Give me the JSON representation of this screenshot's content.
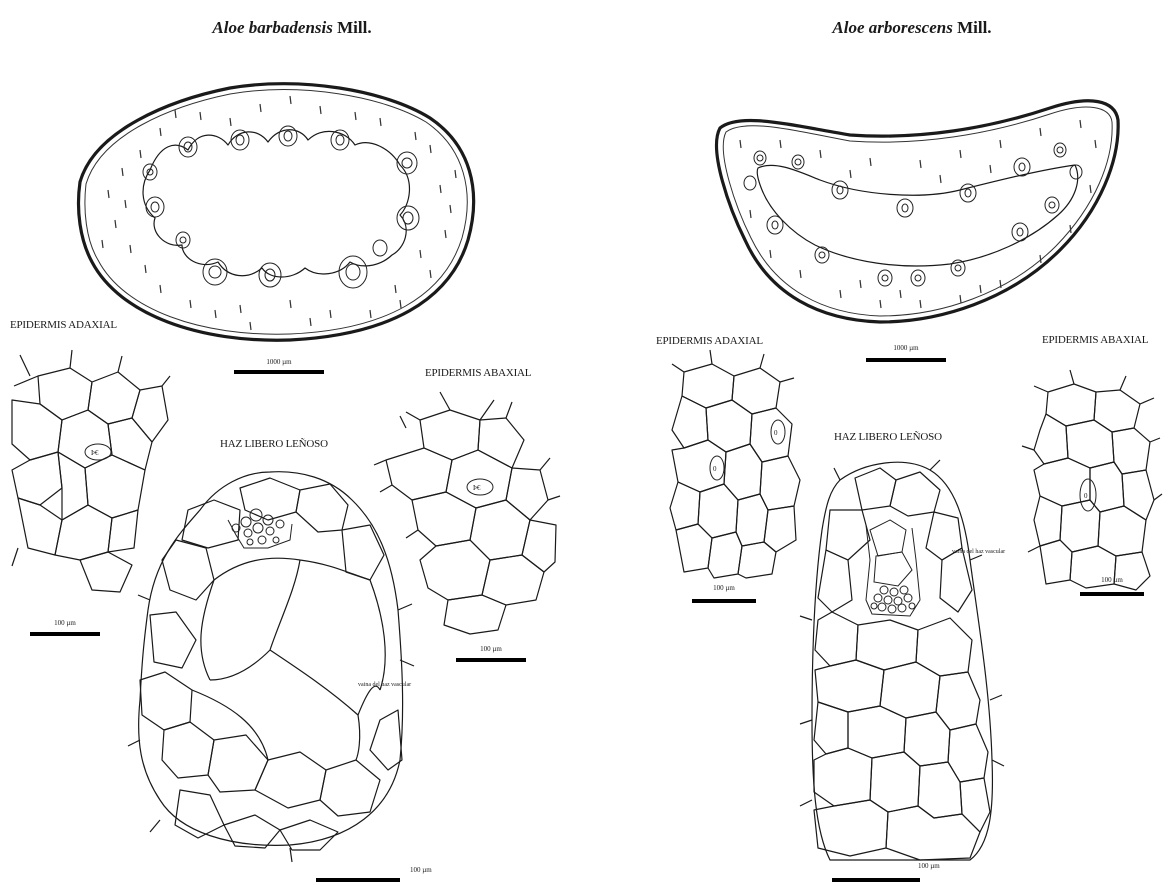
{
  "left": {
    "title_genus": "Aloe barbadensis",
    "title_author": "Mill.",
    "cross_section_scale": "1000 µm",
    "adaxial_label": "EPIDERMIS ADAXIAL",
    "adaxial_scale": "100 µm",
    "abaxial_label": "EPIDERMIS ABAXIAL",
    "abaxial_scale": "100 µm",
    "bundle_label": "HAZ LIBERO LEÑOSO",
    "bundle_annotation": "vaina del haz vascular",
    "bundle_scale": "100 µm"
  },
  "right": {
    "title_genus": "Aloe arborescens",
    "title_author": "Mill.",
    "cross_section_scale": "1000 µm",
    "adaxial_label": "EPIDERMIS ADAXIAL",
    "adaxial_scale": "100 µm",
    "abaxial_label": "EPIDERMIS ABAXIAL",
    "abaxial_scale": "100 µm",
    "bundle_label": "HAZ LIBERO LEÑOSO",
    "bundle_annotation": "vaina del haz vascular",
    "bundle_scale": "100 µm"
  }
}
